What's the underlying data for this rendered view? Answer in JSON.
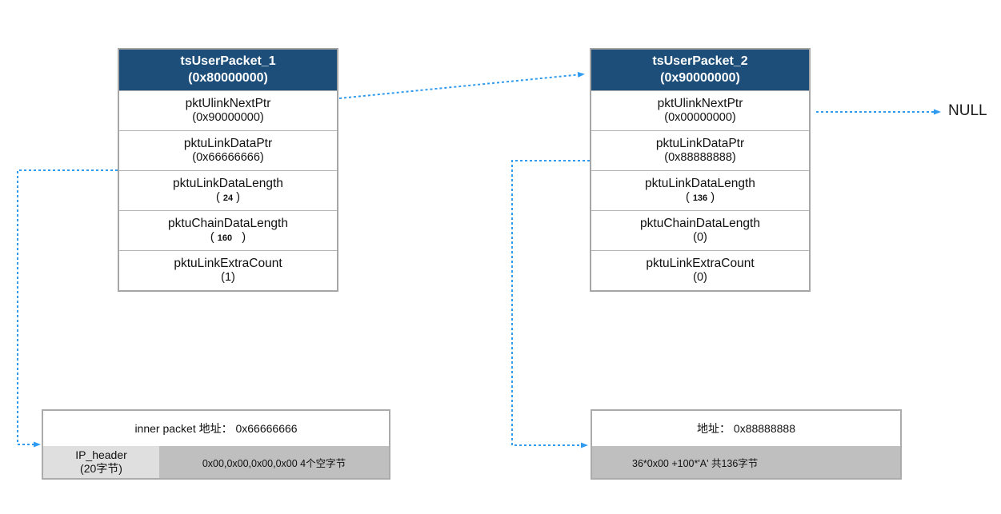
{
  "colors": {
    "header_bg": "#1C4E79",
    "header_text": "#FFFFFF",
    "arrow": "#2E9BF0",
    "box_border": "#A6A6A6",
    "cell_light_gray": "#DFDFDF",
    "cell_dark_gray": "#BFBFBF",
    "text": "#111111"
  },
  "packets": [
    {
      "title": "tsUserPacket_1",
      "address": "(0x80000000)",
      "fields": [
        {
          "name": "pktUlinkNextPtr",
          "open": "(",
          "num": "0x90000000",
          "close": ")"
        },
        {
          "name": "pktuLinkDataPtr",
          "open": "(",
          "num": "0x66666666",
          "close": ")"
        },
        {
          "name": "pktuLinkDataLength",
          "open": "( ",
          "num": "24",
          "close": " )"
        },
        {
          "name": "pktuChainDataLength",
          "open": "( ",
          "num": "160",
          "close": "   )"
        },
        {
          "name": "pktuLinkExtraCount",
          "open": "(",
          "num": "1",
          "close": ")"
        }
      ]
    },
    {
      "title": "tsUserPacket_2",
      "address": "(0x90000000)",
      "fields": [
        {
          "name": "pktUlinkNextPtr",
          "open": "(",
          "num": "0x00000000",
          "close": ")"
        },
        {
          "name": "pktuLinkDataPtr",
          "open": "(",
          "num": "0x88888888",
          "close": ")"
        },
        {
          "name": "pktuLinkDataLength",
          "open": "( ",
          "num": "136",
          "close": " )"
        },
        {
          "name": "pktuChainDataLength",
          "open": "(",
          "num": "0",
          "close": ")"
        },
        {
          "name": "pktuLinkExtraCount",
          "open": "(",
          "num": "0",
          "close": ")"
        }
      ]
    }
  ],
  "null_label": "NULL",
  "buffers": [
    {
      "title": "inner packet 地址： 0x66666666",
      "header_cell": {
        "line1": "IP_header",
        "line2": "(20字节)"
      },
      "data_cell": "0x00,0x00,0x00,0x00 4个空字节"
    },
    {
      "title": "地址： 0x88888888",
      "data_cell": "36*0x00 +100*'A' 共136字节"
    }
  ]
}
